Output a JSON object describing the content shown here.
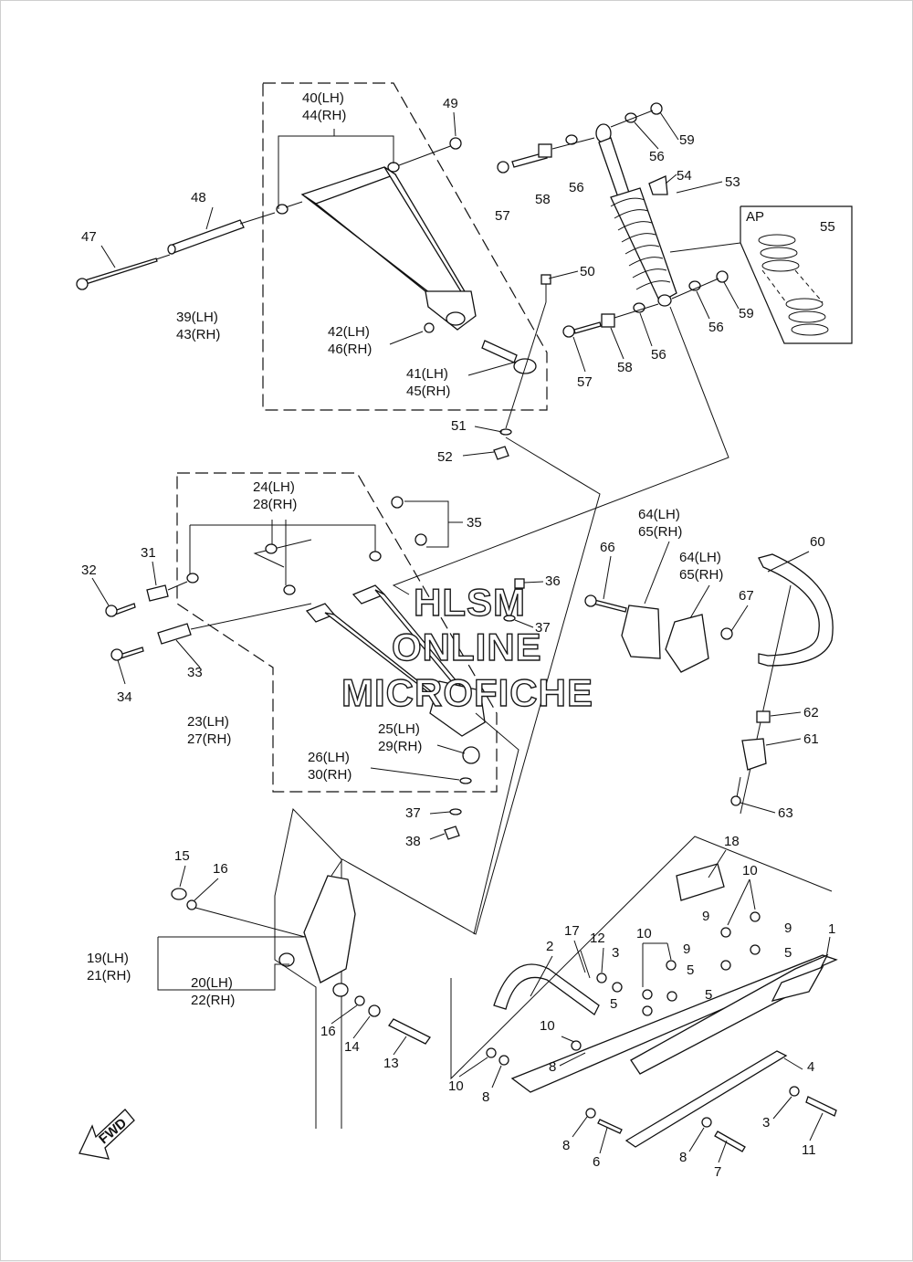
{
  "watermark": [
    "HLSM",
    "ONLINE",
    "MICROFICHE"
  ],
  "fwd_label": "FWD",
  "ap_label": "AP",
  "callouts": {
    "c1": "1",
    "c2": "2",
    "c3a": "3",
    "c3b": "3",
    "c4": "4",
    "c5a": "5",
    "c5b": "5",
    "c5c": "5",
    "c5d": "5",
    "c6": "6",
    "c7": "7",
    "c8a": "8",
    "c8b": "8",
    "c8c": "8",
    "c8d": "8",
    "c9a": "9",
    "c9b": "9",
    "c9c": "9",
    "c10a": "10",
    "c10b": "10",
    "c10c": "10",
    "c10d": "10",
    "c11": "11",
    "c12": "12",
    "c13": "13",
    "c14": "14",
    "c15": "15",
    "c16a": "16",
    "c16b": "16",
    "c17": "17",
    "c18": "18",
    "c19": "19(LH)",
    "c21": "21(RH)",
    "c20": "20(LH)",
    "c22": "22(RH)",
    "c23": "23(LH)",
    "c27": "27(RH)",
    "c24": "24(LH)",
    "c28": "28(RH)",
    "c25": "25(LH)",
    "c29": "29(RH)",
    "c26": "26(LH)",
    "c30": "30(RH)",
    "c31": "31",
    "c32": "32",
    "c33": "33",
    "c34": "34",
    "c35": "35",
    "c36": "36",
    "c37a": "37",
    "c37b": "37",
    "c38": "38",
    "c39": "39(LH)",
    "c43": "43(RH)",
    "c40": "40(LH)",
    "c44": "44(RH)",
    "c41": "41(LH)",
    "c45": "45(RH)",
    "c42": "42(LH)",
    "c46": "46(RH)",
    "c47": "47",
    "c48": "48",
    "c49": "49",
    "c50": "50",
    "c51": "51",
    "c52": "52",
    "c53": "53",
    "c54": "54",
    "c55": "55",
    "c56a": "56",
    "c56b": "56",
    "c56c": "56",
    "c56d": "56",
    "c57a": "57",
    "c57b": "57",
    "c58a": "58",
    "c58b": "58",
    "c59a": "59",
    "c59b": "59",
    "c60": "60",
    "c61": "61",
    "c62": "62",
    "c63": "63",
    "c64a": "64(LH)",
    "c65a": "65(RH)",
    "c64b": "64(LH)",
    "c65b": "65(RH)",
    "c66": "66",
    "c67": "67"
  }
}
